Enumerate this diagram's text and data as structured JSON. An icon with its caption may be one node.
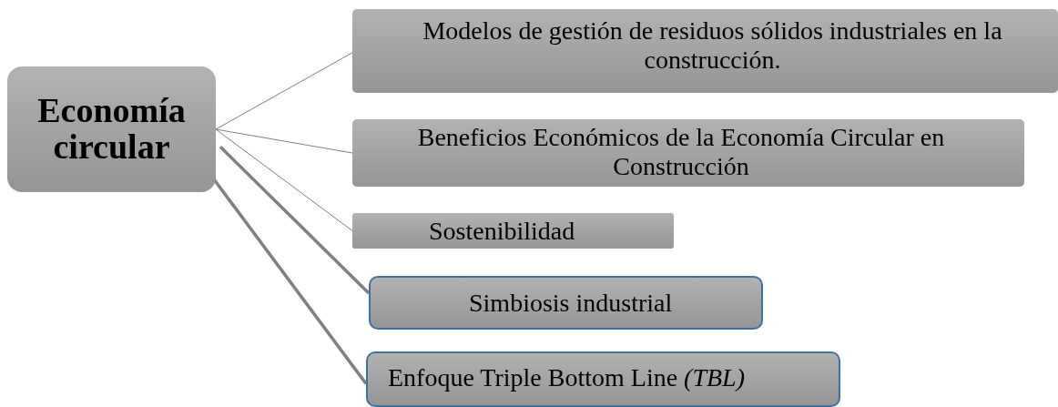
{
  "diagram": {
    "nodes": [
      {
        "text": [
          "Economía circular"
        ]
      },
      {
        "text": [
          "Modelos de gestión de residuos sólidos industriales en la construcción."
        ]
      },
      {
        "text": [
          "Beneficios Económicos de la Economía Circular en Construcción"
        ]
      },
      {
        "text": [
          "Sostenibilidad"
        ]
      },
      {
        "text": [
          "Simbiosis industrial"
        ]
      },
      {
        "text": [
          "Enfoque Triple Bottom Line *(TBL)*"
        ]
      }
    ],
    "edges": [
      {
        "from": 0,
        "to": 1,
        "arrow": "none"
      },
      {
        "from": 0,
        "to": 2,
        "arrow": "none"
      },
      {
        "from": 0,
        "to": 3,
        "arrow": "none"
      },
      {
        "from": 0,
        "to": 4,
        "arrow": "none",
        "style": "thick"
      },
      {
        "from": 0,
        "to": 5,
        "arrow": "none",
        "style": "thick"
      }
    ]
  }
}
